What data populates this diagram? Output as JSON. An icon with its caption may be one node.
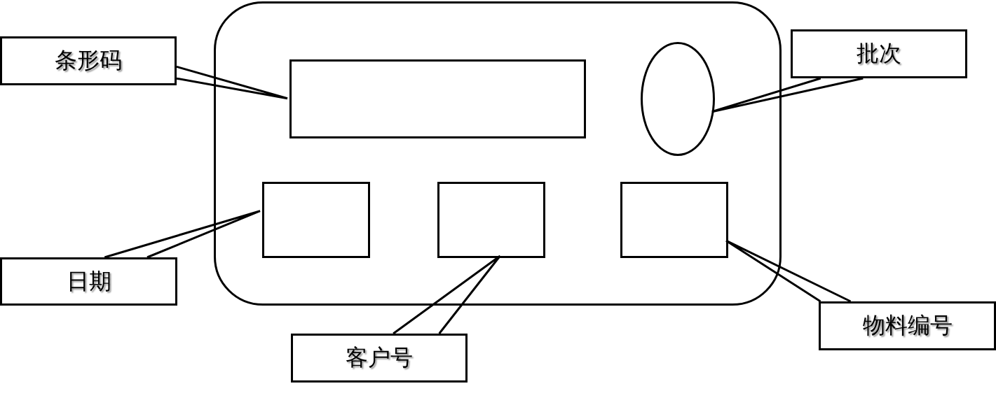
{
  "diagram": {
    "nodes": [
      {
        "text": [],
        "shape": "box"
      },
      {
        "text": [
          "条形码"
        ]
      },
      {
        "text": [],
        "shape": "box",
        "in": 0
      },
      {
        "text": [],
        "shape": "circle",
        "in": 0
      },
      {
        "text": [
          "批次"
        ]
      },
      {
        "text": [],
        "shape": "box",
        "in": 0
      },
      {
        "text": [],
        "shape": "box",
        "in": 0
      },
      {
        "text": [],
        "shape": "box",
        "in": 0
      },
      {
        "text": [
          "日期"
        ]
      },
      {
        "text": [
          "客户号"
        ]
      },
      {
        "text": [
          "物料编号"
        ]
      }
    ],
    "edges": [
      {
        "from": 1,
        "to": 2,
        "arrow": "none"
      },
      {
        "from": 4,
        "to": 3,
        "arrow": "none"
      },
      {
        "from": 8,
        "to": 5,
        "arrow": "none"
      },
      {
        "from": 9,
        "to": 6,
        "arrow": "none"
      },
      {
        "from": 10,
        "to": 7,
        "arrow": "none"
      }
    ]
  }
}
